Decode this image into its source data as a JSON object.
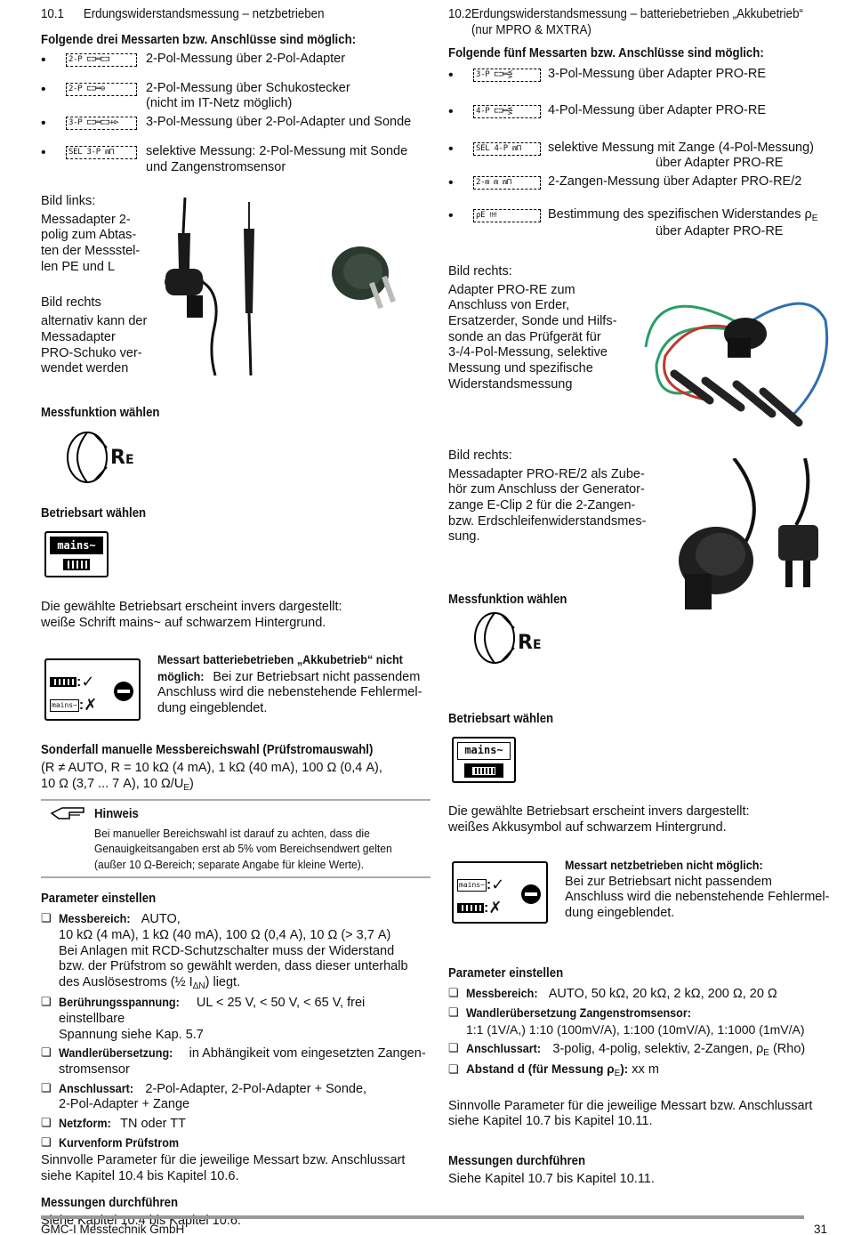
{
  "left": {
    "num": "10.1",
    "title": "Erdungswiderstandsmessung – netzbetrieben",
    "options_head": "Folgende drei Messarten bzw. Anschlüsse sind möglich:",
    "b1": {
      "code": "2-P ⊏⊐═⊏⊐",
      "t": "2-Pol-Messung über 2-Pol-Adapter"
    },
    "b2": {
      "code": "2-P ⊏⊐═⊖",
      "t1": "2-Pol-Messung über Schukostecker",
      "t2": "(nicht im IT-Netz möglich)"
    },
    "b3": {
      "code": "3-P ⊏⊐═⊏⊐+⊳",
      "t": "3-Pol-Messung über 2-Pol-Adapter und Sonde"
    },
    "b4": {
      "code": "SEL 3-P ⩎⊓",
      "t1": "selektive Messung: 2-Pol-Messung mit Sonde",
      "t2": "und Zangenstromsensor"
    },
    "img1": [
      "Bild links:",
      "Messadapter 2-",
      "polig zum Abtas-",
      "ten der Messstel-",
      "len PE und L"
    ],
    "img2": [
      "Bild rechts",
      "alternativ kann der",
      "Messadapter",
      "PRO-Schuko ver-",
      "wendet werden"
    ],
    "func_head": "Messfunktion wählen",
    "re": "R",
    "re_sub": "E",
    "mode_head": "Betriebsart wählen",
    "mains": "mains~",
    "inv1": "Die gewählte Betriebsart erscheint invers dargestellt:",
    "inv2": "weiße Schrift mains~ auf schwarzem Hintergrund.",
    "err_bold1": "Messart batteriebetrieben „Akkubetrieb“ nicht",
    "err_bold2": "möglich:",
    "err_t1": " Bei zur Betriebsart nicht passendem",
    "err_t2": "Anschluss wird die nebenstehende Fehlermel-",
    "err_t3": "dung eingeblendet.",
    "check": "✓",
    "cross": "✗",
    "colon": ":",
    "sonder_head": "Sonderfall manuelle Messbereichswahl (Prüfstromauswahl)",
    "sonder1": "(R ≠ AUTO, R = 10 kΩ (4 mA), 1 kΩ (40 mA), 100 Ω (0,4 A),",
    "sonder2a": "10 Ω (3,7 ... 7 A), 10 Ω/U",
    "sonder2sub": "E",
    "sonder2b": ")",
    "hinweis": "Hinweis",
    "note1": "Bei manueller Bereichswahl ist darauf zu achten, dass die",
    "note2": "Genauigkeitsangaben erst ab 5% vom Bereichsendwert gelten",
    "note3": "(außer 10 Ω-Bereich; separate Angabe für kleine Werte).",
    "param_head": "Parameter einstellen",
    "p1l": "Messbereich:",
    "p1t": " AUTO,",
    "p1a": "10 kΩ (4 mA), 1 kΩ (40 mA), 100 Ω (0,4 A), 10 Ω (> 3,7 A)",
    "p1b": "Bei Anlagen mit RCD-Schutzschalter muss der Widerstand",
    "p1c": "bzw. der Prüfstrom so gewählt werden, dass dieser unterhalb",
    "p1d1": "des Auslösestroms (½ I",
    "p1dsub": "ΔN",
    "p1d2": ") liegt.",
    "p2l": "Berührungsspannung:",
    "p2t": " UL < 25 V, < 50 V, < 65 V, frei einstellbare",
    "p2b": "Spannung siehe Kap. 5.7",
    "p3l": "Wandlerübersetzung:",
    "p3t": " in Abhängikeit vom eingesetzten Zangen-",
    "p3b": "stromsensor",
    "p4l": "Anschlussart:",
    "p4t": " 2-Pol-Adapter, 2-Pol-Adapter + Sonde,",
    "p4b": "2-Pol-Adapter + Zange",
    "p5l": "Netzform:",
    "p5t": " TN oder TT",
    "p6l": "Kurvenform Prüfstrom",
    "sinn1": "Sinnvolle Parameter für die jeweilige Messart bzw. Anschlussart",
    "sinn2": "siehe Kapitel 10.4 bis Kapitel 10.6.",
    "mess_head": "Messungen durchführen",
    "mess": "Siehe Kapitel 10.4 bis Kapitel 10.6.",
    "cbox": "❏"
  },
  "right": {
    "num": "10.2",
    "title1": "Erdungswiderstandsmessung – batteriebetrieben „Akkubetrieb“",
    "title2": "(nur MPRO & MXTRA)",
    "options_head": "Folgende fünf Messarten bzw. Anschlüsse sind möglich:",
    "b1": {
      "code": "3-P ⊏⊐═⋚",
      "t": "3-Pol-Messung über Adapter PRO-RE"
    },
    "b2": {
      "code": "4-P ⊏⊐═⋚",
      "t": "4-Pol-Messung über Adapter PRO-RE"
    },
    "b3": {
      "code": "SEL 4-P ⩎⊓",
      "t1": "selektive Messung mit Zange (4-Pol-Messung)",
      "t2": "über Adapter PRO-RE"
    },
    "b4": {
      "code": "2-⩎ ⩎ ⩎⊓",
      "t": "2-Zangen-Messung über Adapter PRO-RE/2"
    },
    "b5": {
      "code": "ρE ⟊⟊⟊⟊",
      "t1": "Bestimmung des spezifischen Widerstandes ρ",
      "t1sub": "E",
      "t2": "über Adapter PRO-RE"
    },
    "img1": [
      "Bild rechts:",
      "Adapter PRO-RE zum",
      "Anschluss von Erder,",
      "Ersatzerder, Sonde und Hilfs-",
      "sonde an das Prüfgerät für",
      "3-/4-Pol-Messung, selektive",
      "Messung und spezifische",
      "Widerstandsmessung"
    ],
    "img2": [
      "Bild rechts:",
      "Messadapter PRO-RE/2 als Zube-",
      "hör zum Anschluss der Generator-",
      "zange E-Clip 2 für die 2-Zangen-",
      "bzw. Erdschleifenwiderstandsmes-",
      "sung."
    ],
    "func_head": "Messfunktion wählen",
    "mode_head": "Betriebsart wählen",
    "inv1": "Die gewählte Betriebsart erscheint invers dargestellt:",
    "inv2": "weißes Akkusymbol auf schwarzem Hintergrund.",
    "err_bold1": "Messart netzbetrieben nicht möglich:",
    "err_t1": "Bei zur Betriebsart nicht passendem",
    "err_t2": "Anschluss wird die nebenstehende Fehlermel-",
    "err_t3": "dung eingeblendet.",
    "param_head": "Parameter einstellen",
    "p1l": "Messbereich:",
    "p1t": " AUTO, 50 kΩ, 20 kΩ, 2 kΩ, 200 Ω, 20 Ω",
    "p2l": "Wandlerübersetzung Zangenstromsensor:",
    "p2b": "1:1 (1V/A,) 1:10 (100mV/A), 1:100 (10mV/A), 1:1000 (1mV/A)",
    "p3l": "Anschlussart:",
    "p3t": " 3-polig, 4-polig, selektiv, 2-Zangen, ρ",
    "p3sub": "E",
    "p3e": " (Rho)",
    "p4l": "Abstand d (für Messung ρ",
    "p4sub": "E",
    "p4l2": "):",
    "p4t": " xx m",
    "sinn1": "Sinnvolle Parameter für die jeweilige Messart bzw. Anschlussart",
    "sinn2": "siehe Kapitel 10.7 bis Kapitel 10.11.",
    "mess_head": "Messungen durchführen",
    "mess": "Siehe Kapitel 10.7 bis Kapitel 10.11."
  },
  "footer": {
    "company": "GMC-I Messtechnik GmbH",
    "page": "31"
  },
  "bullet": "•"
}
